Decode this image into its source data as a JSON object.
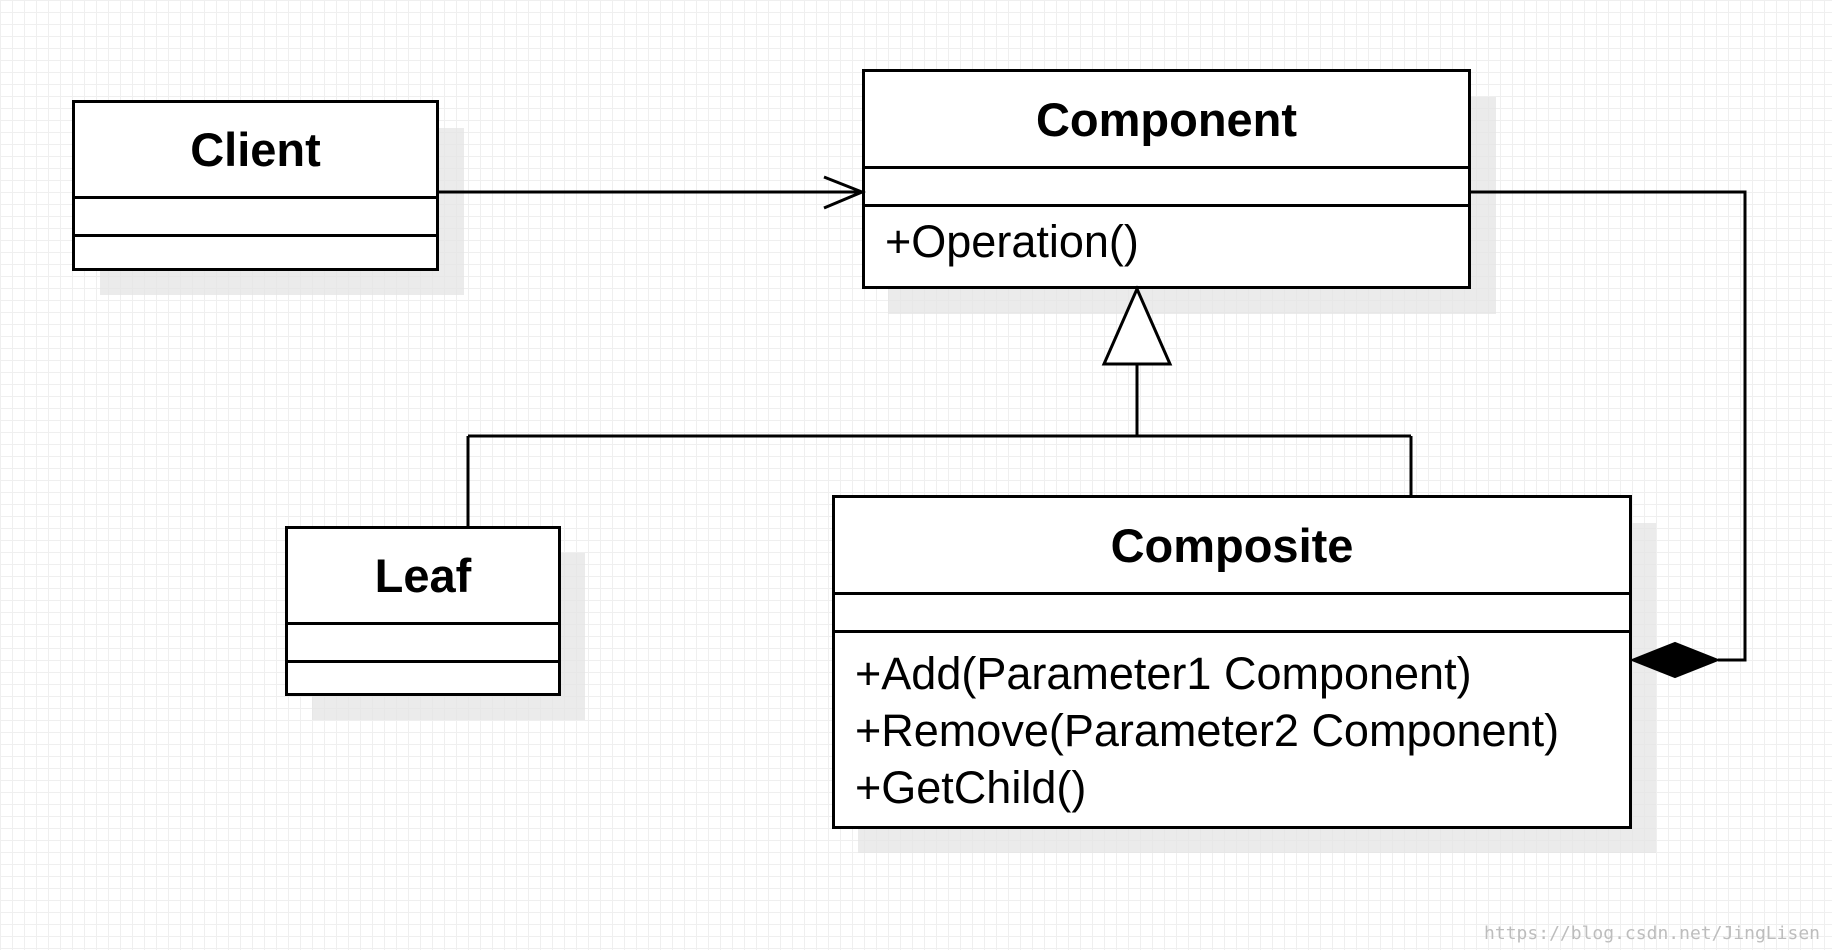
{
  "diagram": {
    "classes": {
      "client": {
        "name": "Client",
        "operations": []
      },
      "component": {
        "name": "Component",
        "operations": [
          "+Operation()"
        ]
      },
      "leaf": {
        "name": "Leaf",
        "operations": []
      },
      "composite": {
        "name": "Composite",
        "operations": [
          "+Add(Parameter1 Component)",
          "+Remove(Parameter2 Component)",
          "+GetChild()"
        ]
      }
    },
    "relationships": [
      {
        "from": "client",
        "to": "component",
        "type": "association"
      },
      {
        "from": "leaf",
        "to": "component",
        "type": "generalization"
      },
      {
        "from": "composite",
        "to": "component",
        "type": "generalization"
      },
      {
        "from": "component",
        "to": "composite",
        "type": "composition"
      }
    ]
  },
  "watermark": "https://blog.csdn.net/JingLisen",
  "colors": {
    "stroke": "#000000",
    "background": "#ffffff",
    "grid": "#efefef",
    "shadow": "#e4e4e4"
  }
}
